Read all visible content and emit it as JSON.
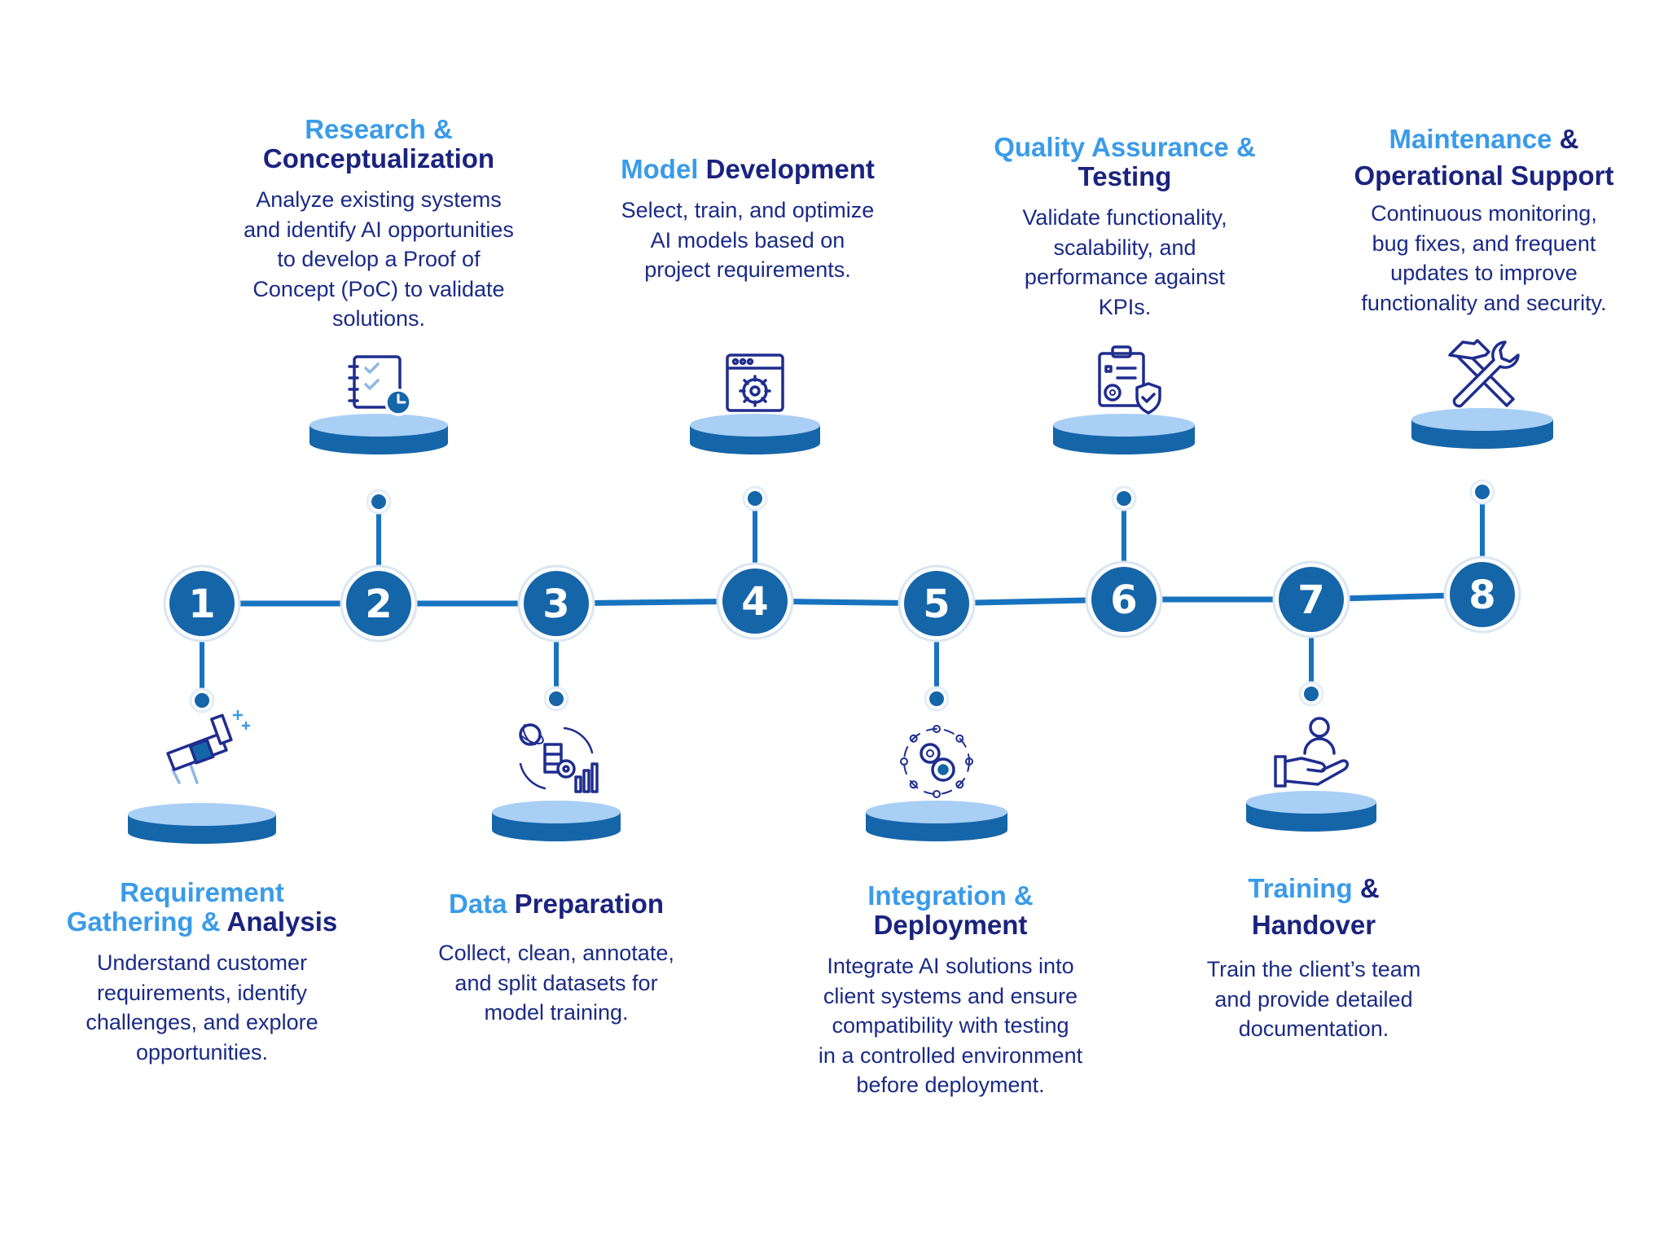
{
  "colors": {
    "primary": "#1565a9",
    "line": "#1873bf",
    "disc_top": "#a9cff5",
    "title_highlight": "#3a9be8",
    "title_dark": "#1a237e",
    "text": "#1a2a86",
    "icon": "#1f2d8f"
  },
  "stages": [
    {
      "number": "1",
      "title_line1": "Requirement",
      "title_line2_hl": "Gathering & ",
      "title_line2_dark": "Analysis",
      "description": [
        "Understand customer",
        "requirements, identify",
        "challenges, and explore",
        "opportunities."
      ],
      "icon": "telescope-icon",
      "position": "below"
    },
    {
      "number": "2",
      "title_line1": "Research &",
      "title_line2_hl": "",
      "title_line2_dark": "Conceptualization",
      "description": [
        "Analyze existing systems",
        "and identify AI opportunities",
        "to develop a Proof of",
        "Concept (PoC) to validate",
        "solutions."
      ],
      "icon": "checklist-clock-icon",
      "position": "above"
    },
    {
      "number": "3",
      "title_line1_hl": "Data ",
      "title_line1_dark": "Preparation",
      "description": [
        "Collect, clean, annotate,",
        "and split datasets for",
        "model training."
      ],
      "icon": "data-processing-icon",
      "position": "below"
    },
    {
      "number": "4",
      "title_line1_hl": "Model ",
      "title_line1_dark": "Development",
      "description": [
        "Select, train, and optimize",
        "AI models based on",
        "project requirements."
      ],
      "icon": "browser-gear-icon",
      "position": "above"
    },
    {
      "number": "5",
      "title_line1": "Integration &",
      "title_line2_hl": "",
      "title_line2_dark": "Deployment",
      "description": [
        "Integrate AI solutions into",
        "client systems and ensure",
        "compatibility with testing",
        "in a controlled environment",
        "before deployment."
      ],
      "icon": "gears-cycle-icon",
      "position": "below"
    },
    {
      "number": "6",
      "title_line1": "Quality Assurance &",
      "title_line2_hl": "",
      "title_line2_dark": "Testing",
      "description": [
        "Validate functionality,",
        "scalability, and",
        "performance against",
        "KPIs."
      ],
      "icon": "clipboard-shield-icon",
      "position": "above"
    },
    {
      "number": "7",
      "title_line1_hl": "Training ",
      "title_line1_dark": "&",
      "title_line2_hl": "",
      "title_line2_dark": "Handover",
      "description": [
        "Train the client’s team",
        "and provide detailed",
        "documentation."
      ],
      "icon": "hand-person-icon",
      "position": "below"
    },
    {
      "number": "8",
      "title_line1_hl": "Maintenance ",
      "title_line1_dark": "&",
      "title_line2_hl": "",
      "title_line2_dark": "Operational Support",
      "description": [
        "Continuous monitoring,",
        "bug fixes, and frequent",
        "updates to improve",
        "functionality and security."
      ],
      "icon": "hammer-wrench-icon",
      "position": "above"
    }
  ]
}
